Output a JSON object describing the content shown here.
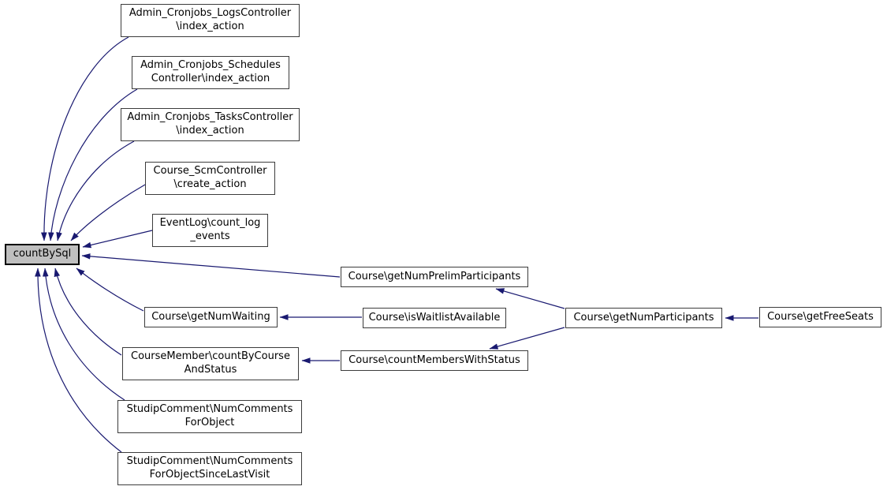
{
  "graph": {
    "kind": "caller-graph",
    "colors": {
      "edge": "#191970",
      "node_fill": "#ffffff",
      "node_border": "#3c3c3c",
      "highlight_fill": "#bfbfbf",
      "highlight_border": "#000000",
      "text": "#000000"
    },
    "nodes": [
      {
        "id": "admin_cronjobs_logs_index",
        "label": "Admin_Cronjobs_LogsController\n\\index_action"
      },
      {
        "id": "admin_cronjobs_schedules_index",
        "label": "Admin_Cronjobs_Schedules\nController\\index_action"
      },
      {
        "id": "admin_cronjobs_tasks_index",
        "label": "Admin_Cronjobs_TasksController\n\\index_action"
      },
      {
        "id": "course_scm_create",
        "label": "Course_ScmController\n\\create_action"
      },
      {
        "id": "eventlog_count_log_events",
        "label": "EventLog\\count_log\n_events"
      },
      {
        "id": "countbysql",
        "label": "countBySql",
        "highlighted": true
      },
      {
        "id": "course_getnumprelimparticipants",
        "label": "Course\\getNumPrelimParticipants"
      },
      {
        "id": "course_getnumwaiting",
        "label": "Course\\getNumWaiting"
      },
      {
        "id": "course_iswaitlistavailable",
        "label": "Course\\isWaitlistAvailable"
      },
      {
        "id": "course_getnumparticipants",
        "label": "Course\\getNumParticipants"
      },
      {
        "id": "course_getfreeseats",
        "label": "Course\\getFreeSeats"
      },
      {
        "id": "course_countmemberswithstatus",
        "label": "Course\\countMembersWithStatus"
      },
      {
        "id": "coursemember_countbycourseandstatus",
        "label": "CourseMember\\countByCourse\nAndStatus"
      },
      {
        "id": "studipcomment_numcommentsforobject",
        "label": "StudipComment\\NumComments\nForObject"
      },
      {
        "id": "studipcomment_numcommentsforobjectsincelastvisit",
        "label": "StudipComment\\NumComments\nForObjectSinceLastVisit"
      }
    ],
    "edges": [
      {
        "from": "admin_cronjobs_logs_index",
        "to": "countbysql"
      },
      {
        "from": "admin_cronjobs_schedules_index",
        "to": "countbysql"
      },
      {
        "from": "admin_cronjobs_tasks_index",
        "to": "countbysql"
      },
      {
        "from": "course_scm_create",
        "to": "countbysql"
      },
      {
        "from": "eventlog_count_log_events",
        "to": "countbysql"
      },
      {
        "from": "course_getnumprelimparticipants",
        "to": "countbysql"
      },
      {
        "from": "course_getnumwaiting",
        "to": "countbysql"
      },
      {
        "from": "coursemember_countbycourseandstatus",
        "to": "countbysql"
      },
      {
        "from": "studipcomment_numcommentsforobject",
        "to": "countbysql"
      },
      {
        "from": "studipcomment_numcommentsforobjectsincelastvisit",
        "to": "countbysql"
      },
      {
        "from": "course_iswaitlistavailable",
        "to": "course_getnumwaiting"
      },
      {
        "from": "course_getnumparticipants",
        "to": "course_getnumprelimparticipants"
      },
      {
        "from": "course_getnumparticipants",
        "to": "course_countmemberswithstatus"
      },
      {
        "from": "course_countmemberswithstatus",
        "to": "coursemember_countbycourseandstatus"
      },
      {
        "from": "course_getfreeseats",
        "to": "course_getnumparticipants"
      }
    ]
  }
}
